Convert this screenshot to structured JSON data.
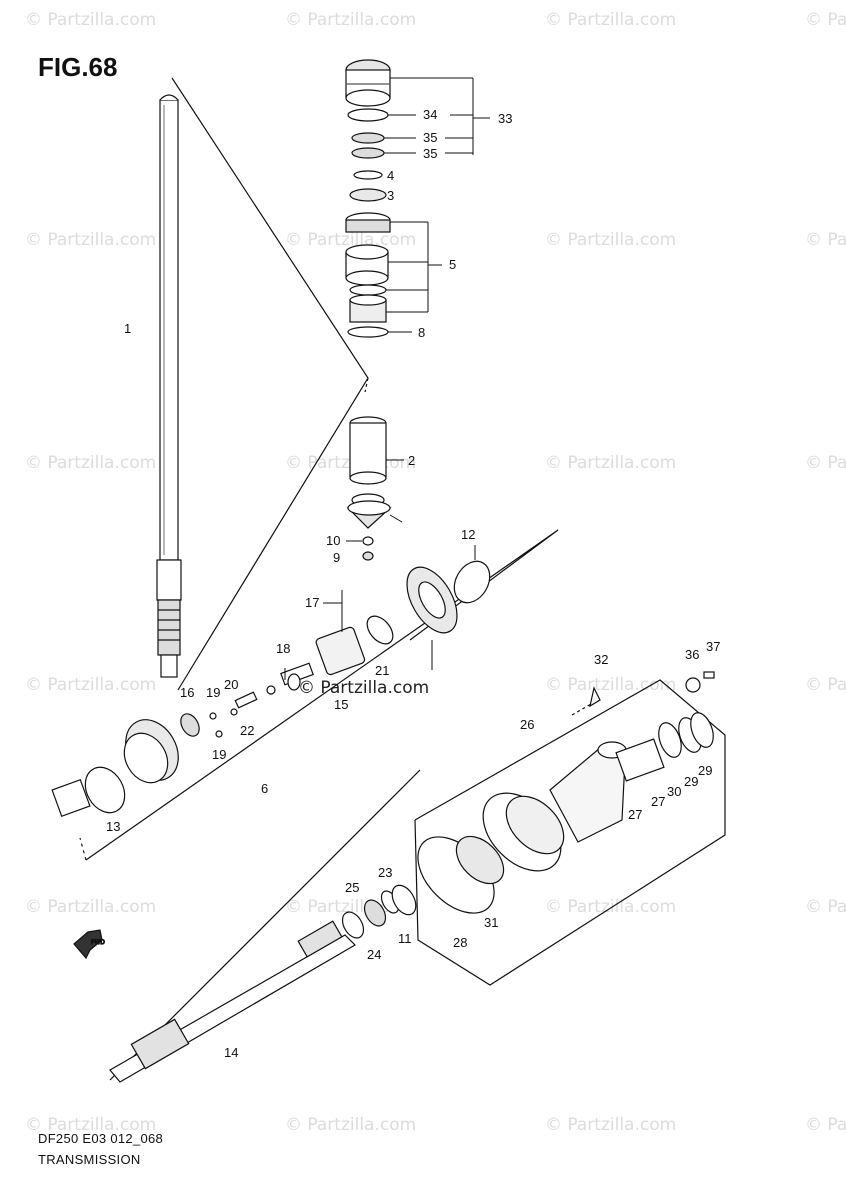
{
  "figure": {
    "title": "FIG.68"
  },
  "footer": {
    "code": "DF250 E03 012_068",
    "caption": "TRANSMISSION"
  },
  "watermark": {
    "text": "© Partzilla.com",
    "center_text": "© Partzilla.com"
  },
  "callouts": {
    "p1": "1",
    "p2": "2",
    "p3": "3",
    "p4": "4",
    "p5": "5",
    "p6": "6",
    "p8": "8",
    "p9": "9",
    "p10": "10",
    "p11": "11",
    "p12": "12",
    "p13": "13",
    "p14": "14",
    "p15": "15",
    "p16": "16",
    "p17": "17",
    "p18": "18",
    "p19a": "19",
    "p19b": "19",
    "p20": "20",
    "p21": "21",
    "p22": "22",
    "p23": "23",
    "p24": "24",
    "p25": "25",
    "p26": "26",
    "p27a": "27",
    "p27b": "27",
    "p28": "28",
    "p29a": "29",
    "p29b": "29",
    "p30": "30",
    "p31": "31",
    "p32": "32",
    "p33": "33",
    "p34": "34",
    "p35a": "35",
    "p35b": "35",
    "p36": "36",
    "p37": "37"
  }
}
